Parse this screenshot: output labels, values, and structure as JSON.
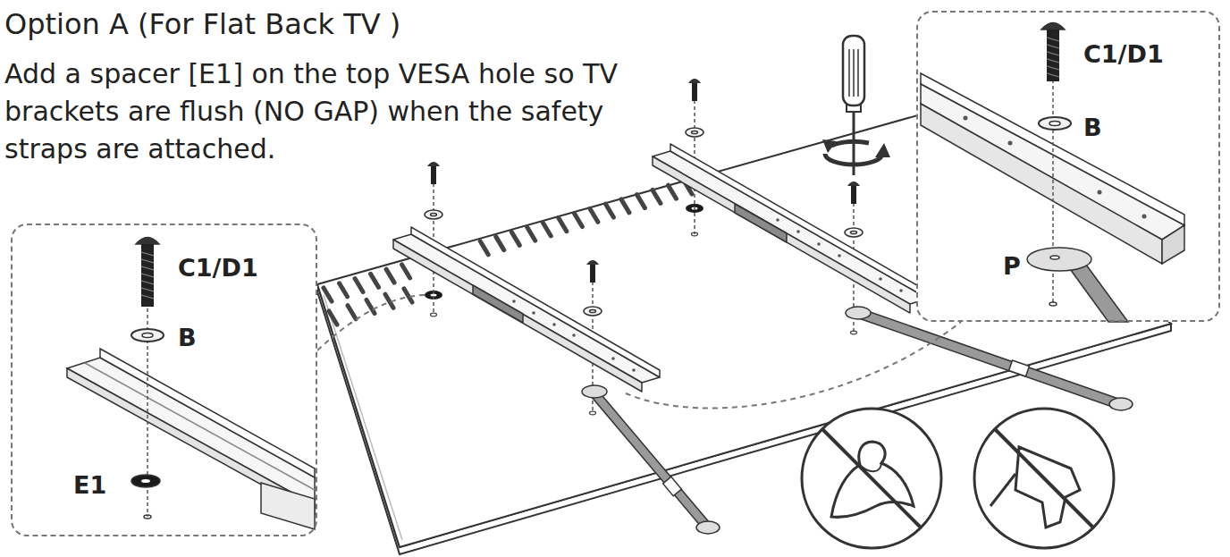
{
  "diagram": {
    "title": "Option A (For Flat Back TV )",
    "nodes": [
      {
        "text": [
          "C1/D1",
          "B",
          "E1"
        ]
      },
      {
        "text": [
          "C1/D1",
          "B",
          "P"
        ]
      }
    ],
    "labels": [
      "Add a spacer [E1] on the top VESA hole so TV brackets are flush (NO GAP) when the safety straps are attached."
    ]
  }
}
